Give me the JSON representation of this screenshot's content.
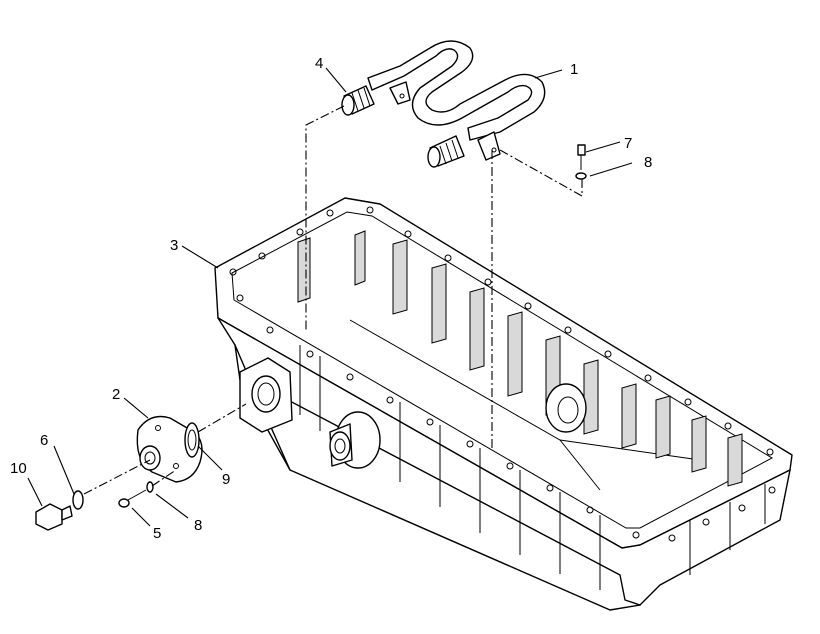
{
  "diagram": {
    "callouts": {
      "c1": "1",
      "c2": "2",
      "c3": "3",
      "c4": "4",
      "c5": "5",
      "c6": "6",
      "c7": "7",
      "c8a": "8",
      "c8b": "8",
      "c9": "9",
      "c10": "10"
    }
  }
}
